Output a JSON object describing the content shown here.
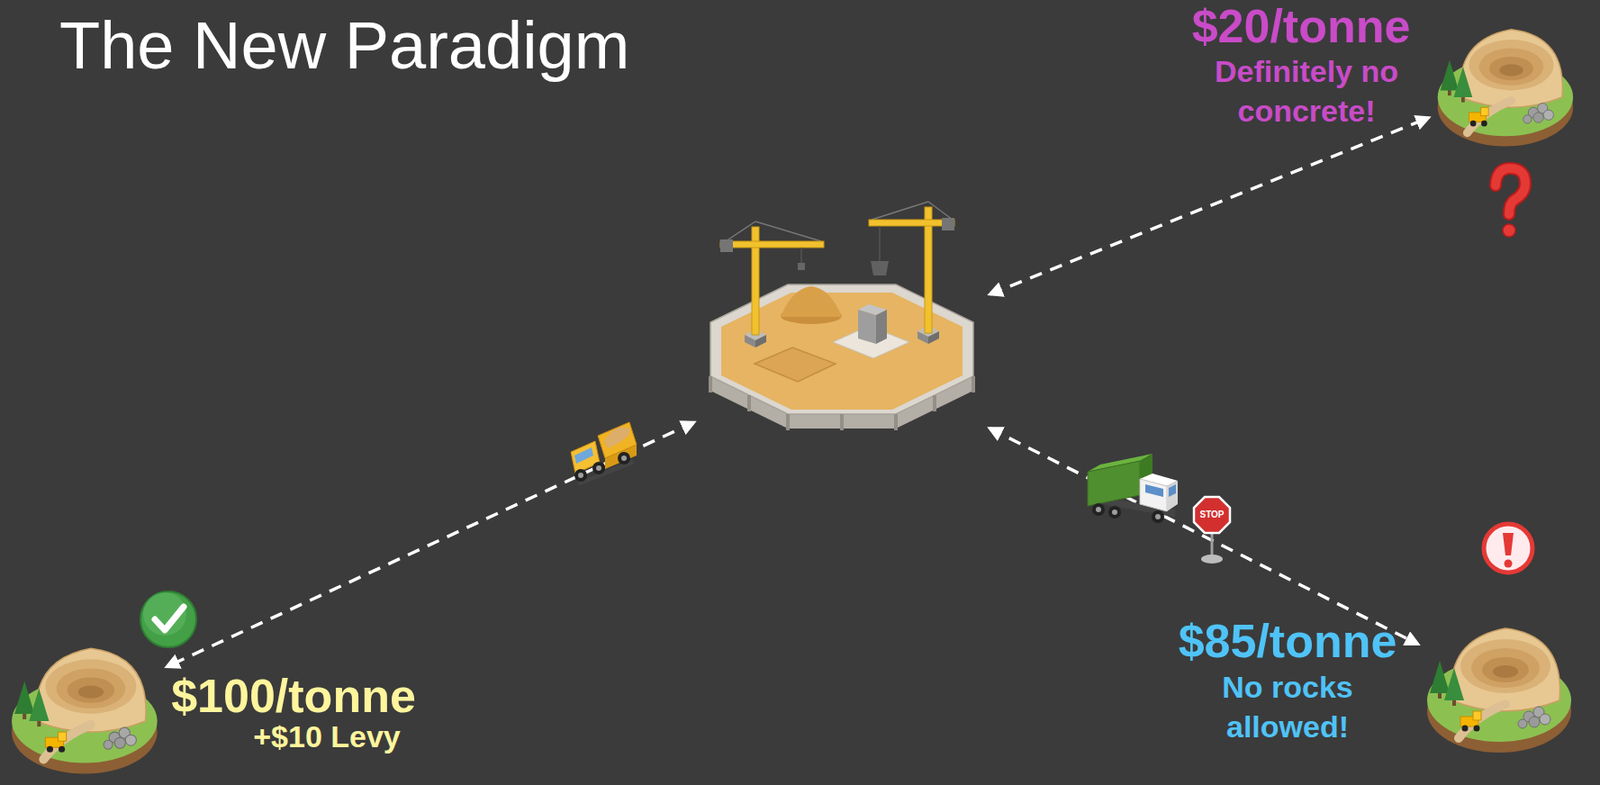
{
  "diagram": {
    "title": "The New Paradigm",
    "nodes": [
      {
        "text": [
          "$20/tonne",
          "Definitely no concrete!"
        ]
      },
      {
        "text": []
      },
      {
        "text": [
          "$85/tonne",
          "No rocks allowed!"
        ]
      },
      {
        "text": [
          "$100/tonne",
          "+$10 Levy"
        ]
      }
    ],
    "edges": [
      {
        "from": 1,
        "to": 0,
        "arrow": "both"
      },
      {
        "from": 1,
        "to": 2,
        "arrow": "both"
      },
      {
        "from": 1,
        "to": 3,
        "arrow": "both"
      }
    ],
    "labels": [
      "STOP"
    ]
  }
}
